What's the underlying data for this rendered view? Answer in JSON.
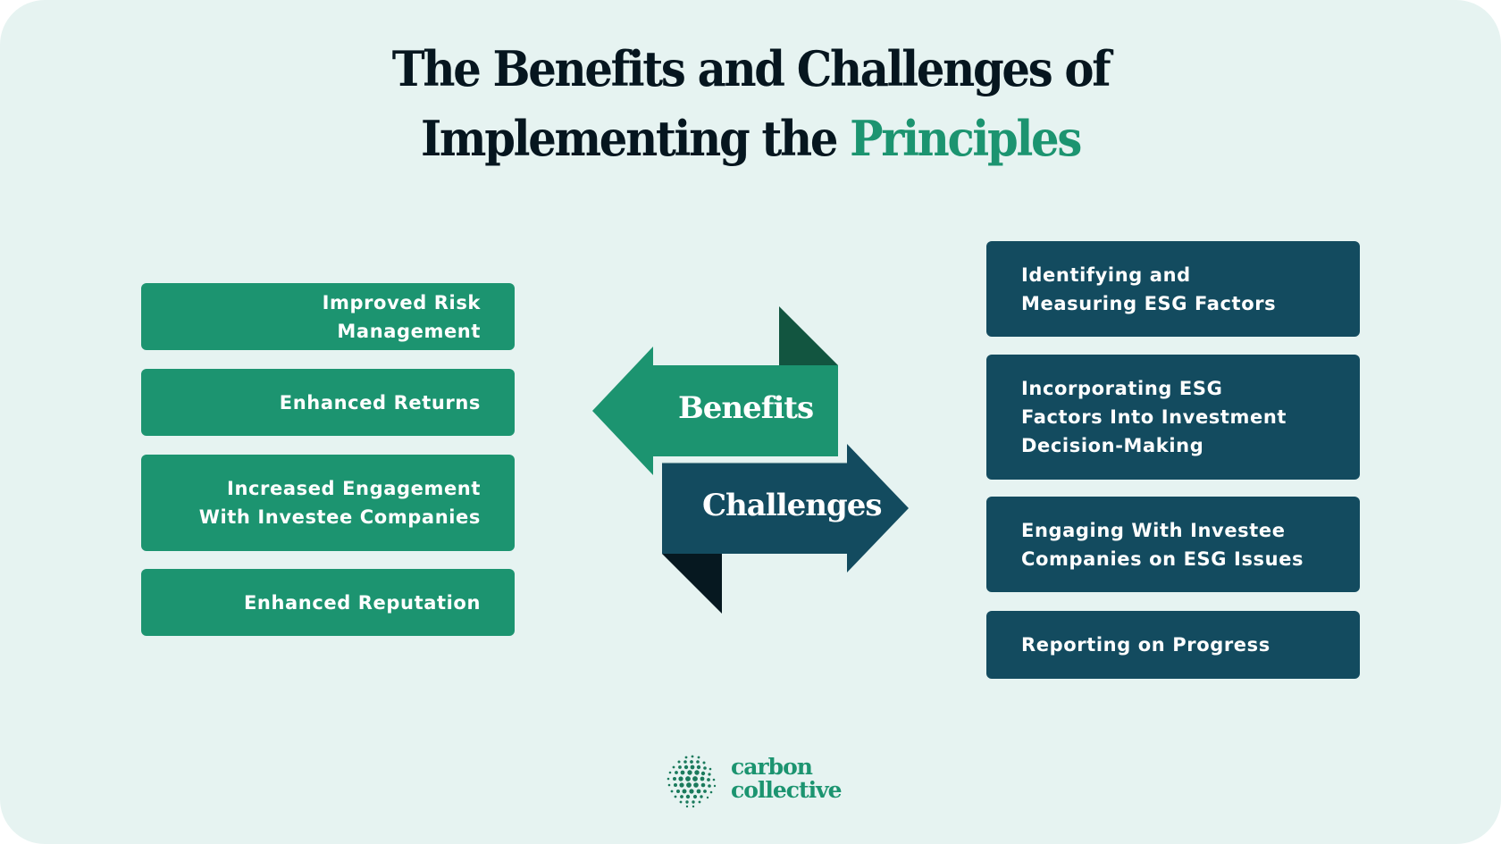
{
  "title": {
    "line1": "The Benefits and Challenges of",
    "line2_prefix": "Implementing the ",
    "line2_accent": "Principles"
  },
  "benefits": {
    "label": "Benefits",
    "items": [
      "Improved Risk Management",
      "Enhanced Returns",
      "Increased Engagement With Investee Companies",
      "Enhanced Reputation"
    ]
  },
  "challenges": {
    "label": "Challenges",
    "items": [
      "Identifying and Measuring ESG Factors",
      "Incorporating ESG Factors Into Investment Decision-Making",
      "Engaging With Investee Companies on ESG Issues",
      "Reporting on Progress"
    ]
  },
  "logo": {
    "line1": "carbon",
    "line2": "collective",
    "icon": "dotted-globe-icon"
  },
  "colors": {
    "background": "#e6f3f1",
    "green": "#1c9470",
    "green_dark": "#125540",
    "navy": "#134b5f",
    "navy_dark": "#061820",
    "title_text": "#06161f"
  }
}
